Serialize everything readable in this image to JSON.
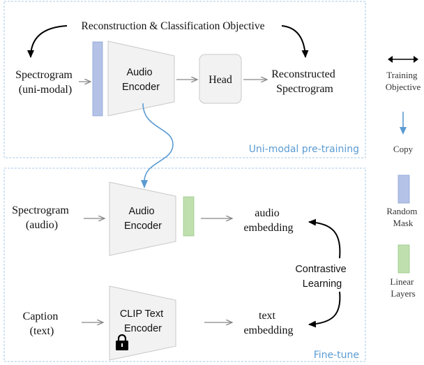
{
  "colors": {
    "panel_border": "#a9c8e4",
    "panel_label": "#5a9bd3",
    "copy_arrow": "#5a9bd3",
    "random_mask": "#b3c2e6",
    "random_mask_stroke": "#8ea4d6",
    "linear_layer": "#bfe0ae",
    "linear_layer_stroke": "#99c98a",
    "block_fill": "#f2f2f2",
    "block_stroke": "#c8c8c8",
    "arrow_gray": "#888888",
    "arrow_black": "#000000"
  },
  "pretrain": {
    "panel_label": "Uni-modal pre-training",
    "objective": "Reconstruction & Classification Objective",
    "input_line1": "Spectrogram",
    "input_line2": "(uni-modal)",
    "encoder_line1": "Audio",
    "encoder_line2": "Encoder",
    "head": "Head",
    "output_line1": "Reconstructed",
    "output_line2": "Spectrogram"
  },
  "finetune": {
    "panel_label": "Fine-tune",
    "audio_input_line1": "Spectrogram",
    "audio_input_line2": "(audio)",
    "audio_encoder_line1": "Audio",
    "audio_encoder_line2": "Encoder",
    "audio_emb_line1": "audio",
    "audio_emb_line2": "embedding",
    "text_input_line1": "Caption",
    "text_input_line2": "(text)",
    "text_encoder_line1": "CLIP Text",
    "text_encoder_line2": "Encoder",
    "text_emb_line1": "text",
    "text_emb_line2": "embedding",
    "contrastive_line1": "Contrastive",
    "contrastive_line2": "Learning"
  },
  "legend": {
    "training_line1": "Training",
    "training_line2": "Objective",
    "copy": "Copy",
    "random_line1": "Random",
    "random_line2": "Mask",
    "linear_line1": "Linear",
    "linear_line2": "Layers"
  },
  "icons": {
    "lock": "lock-icon"
  }
}
